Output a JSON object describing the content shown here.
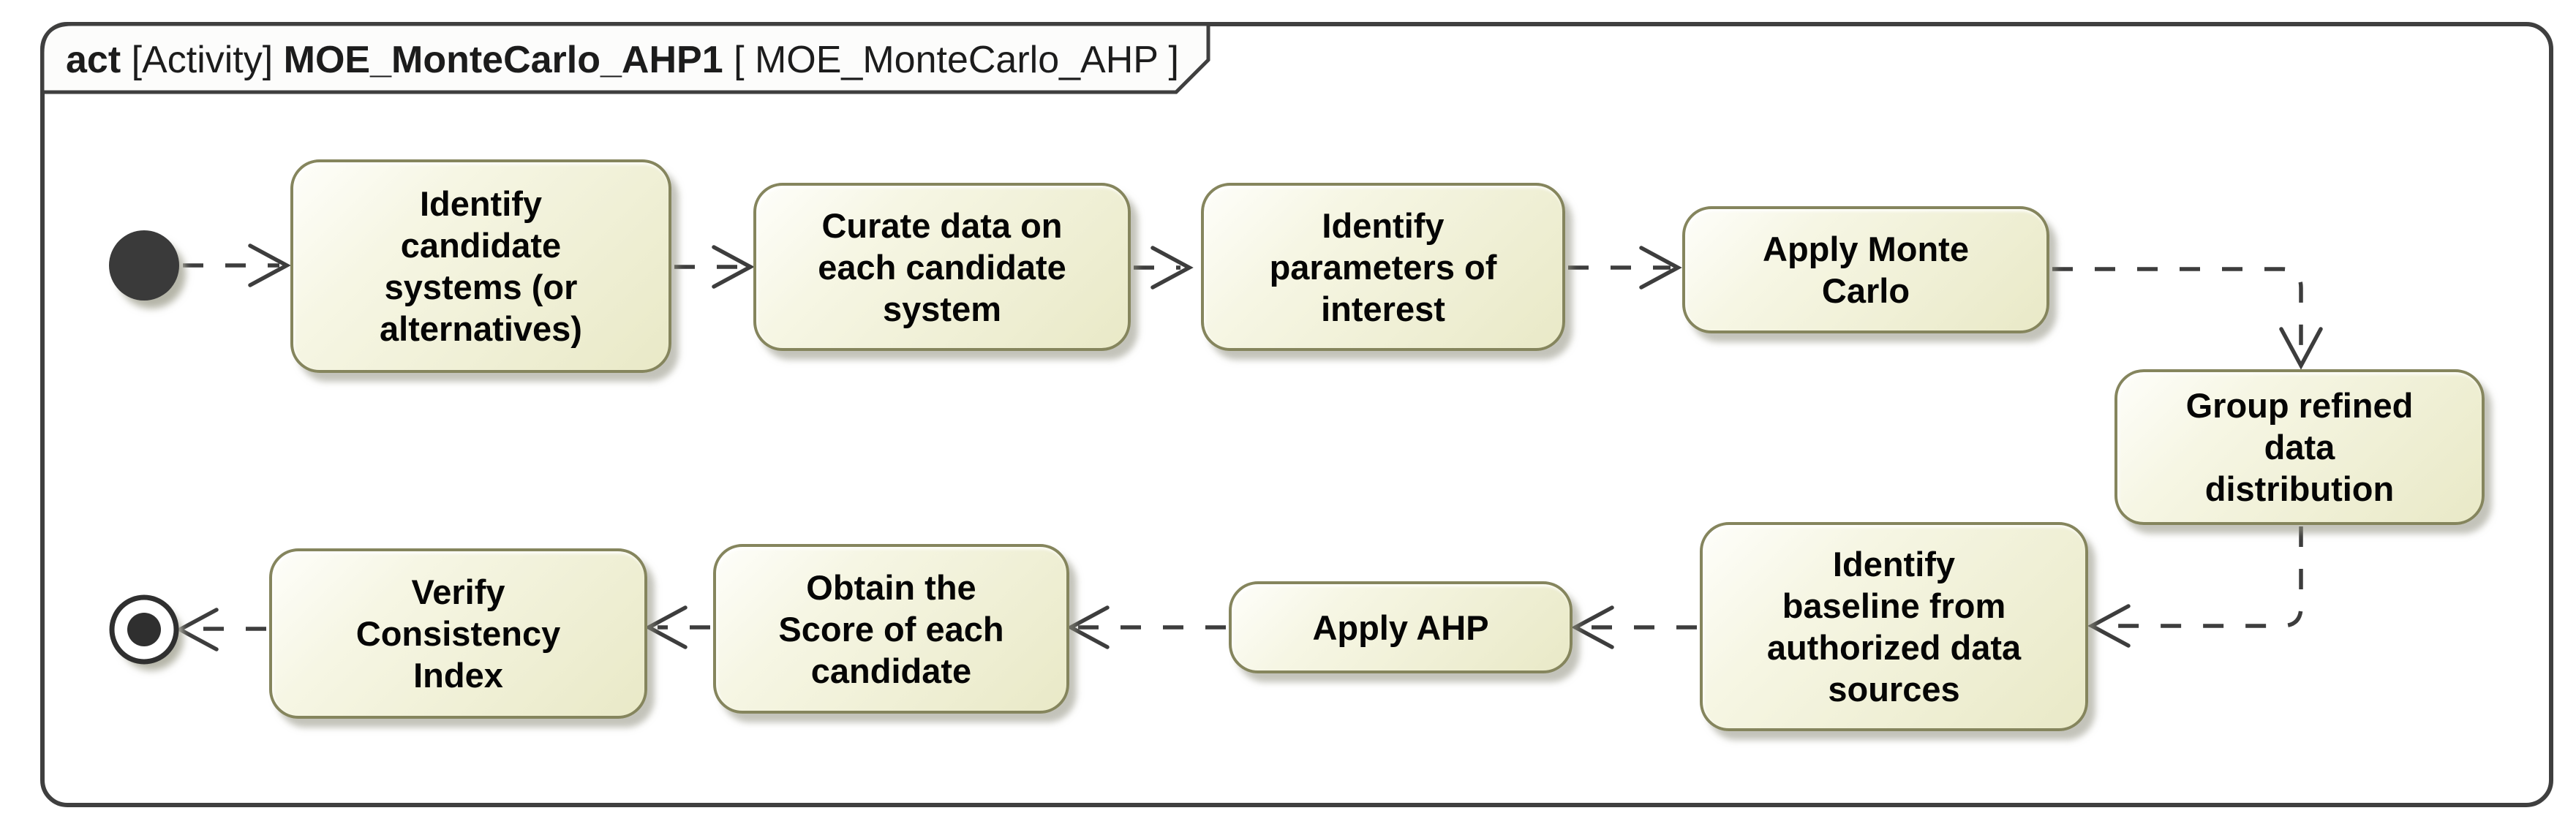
{
  "diagram": {
    "header": {
      "kind": "act",
      "type_label": "[Activity]",
      "diagram_name": "MOE_MonteCarlo_AHP1",
      "frame_name": "[ MOE_MonteCarlo_AHP ]"
    },
    "actions": [
      {
        "id": "identify-candidate-systems",
        "label": "Identify\ncandidate\nsystems (or\nalternatives)"
      },
      {
        "id": "curate-data",
        "label": "Curate data on\neach candidate\nsystem"
      },
      {
        "id": "identify-parameters",
        "label": "Identify\nparameters of\ninterest"
      },
      {
        "id": "apply-monte-carlo",
        "label": "Apply Monte\nCarlo"
      },
      {
        "id": "group-refined-data-distribution",
        "label": "Group refined\ndata\ndistribution"
      },
      {
        "id": "identify-baseline",
        "label": "Identify\nbaseline from\nauthorized data\nsources"
      },
      {
        "id": "apply-ahp",
        "label": "Apply AHP"
      },
      {
        "id": "obtain-score",
        "label": "Obtain the\nScore of each\ncandidate"
      },
      {
        "id": "verify-consistency-index",
        "label": "Verify\nConsistency\nIndex"
      }
    ],
    "control_nodes": [
      {
        "id": "initial-node",
        "type": "initial"
      },
      {
        "id": "activity-final-node",
        "type": "activity-final"
      }
    ],
    "edges": [
      {
        "from": "initial-node",
        "to": "identify-candidate-systems",
        "style": "dashed"
      },
      {
        "from": "identify-candidate-systems",
        "to": "curate-data",
        "style": "dashed"
      },
      {
        "from": "curate-data",
        "to": "identify-parameters",
        "style": "dashed"
      },
      {
        "from": "identify-parameters",
        "to": "apply-monte-carlo",
        "style": "dashed"
      },
      {
        "from": "apply-monte-carlo",
        "to": "group-refined-data-distribution",
        "style": "dashed"
      },
      {
        "from": "group-refined-data-distribution",
        "to": "identify-baseline",
        "style": "dashed"
      },
      {
        "from": "identify-baseline",
        "to": "apply-ahp",
        "style": "dashed"
      },
      {
        "from": "apply-ahp",
        "to": "obtain-score",
        "style": "dashed"
      },
      {
        "from": "obtain-score",
        "to": "verify-consistency-index",
        "style": "dashed"
      },
      {
        "from": "verify-consistency-index",
        "to": "activity-final-node",
        "style": "dashed"
      }
    ],
    "colors": {
      "node_fill": "#e9e9c7",
      "node_fill_highlight": "#fefefa",
      "node_border": "#85855d",
      "connector": "#3d3d3d",
      "frame_border": "#3f3f3f",
      "node_text": "#050505",
      "background": "#ffffff"
    }
  }
}
